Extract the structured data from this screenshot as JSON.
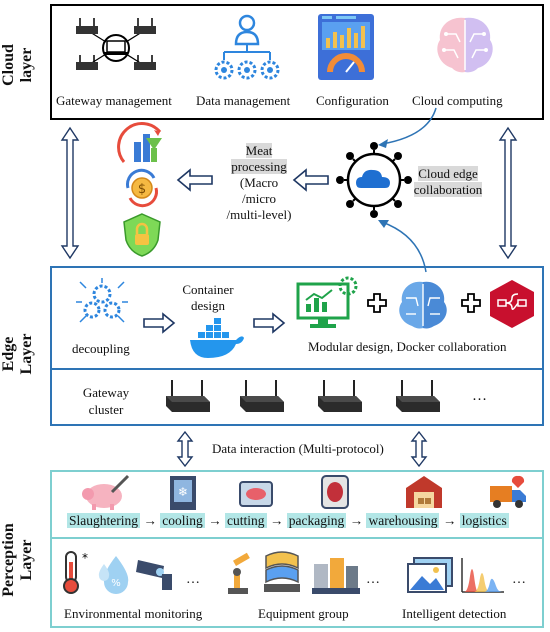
{
  "cloud": {
    "layer_label": "Cloud\nlayer",
    "items": [
      {
        "label": "Gateway management",
        "icon": "gateway-network-icon"
      },
      {
        "label": "Data management",
        "icon": "org-gear-icon"
      },
      {
        "label": "Configuration",
        "icon": "dashboard-icon"
      },
      {
        "label": "Cloud computing",
        "icon": "brain-icon"
      }
    ]
  },
  "middle": {
    "meat_processing": [
      "Meat",
      "processing",
      "(Macro",
      "/micro",
      "/multi-level)"
    ],
    "cloud_edge": [
      "Cloud edge",
      "collaboration"
    ],
    "icons": [
      "growth-chart-icon",
      "money-cycle-icon",
      "security-shield-icon",
      "cloud-network-icon"
    ]
  },
  "edge": {
    "layer_label": "Edge\nLayer",
    "decoupling": "decoupling",
    "container_design": [
      "Container",
      "design"
    ],
    "modular": "Modular design, Docker collaboration",
    "gateway_cluster": [
      "Gateway",
      "cluster"
    ],
    "ellipsis": "…"
  },
  "interaction": "Data interaction (Multi-protocol)",
  "perception": {
    "layer_label": "Perception\nLayer",
    "chain": [
      "Slaughtering",
      "cooling",
      "cutting",
      "packaging",
      "warehousing",
      "logistics"
    ],
    "arrow": "→",
    "groups": [
      "Environmental monitoring",
      "Equipment group",
      "Intelligent detection"
    ],
    "ellipsis": "…"
  },
  "colors": {
    "cloud_border": "#000000",
    "edge_border": "#2e74b5",
    "perception_border": "#7ecfd0",
    "highlight": "#b2e6e6",
    "arrow_blue": "#2e74b5",
    "arrow_navy": "#1f3864"
  }
}
